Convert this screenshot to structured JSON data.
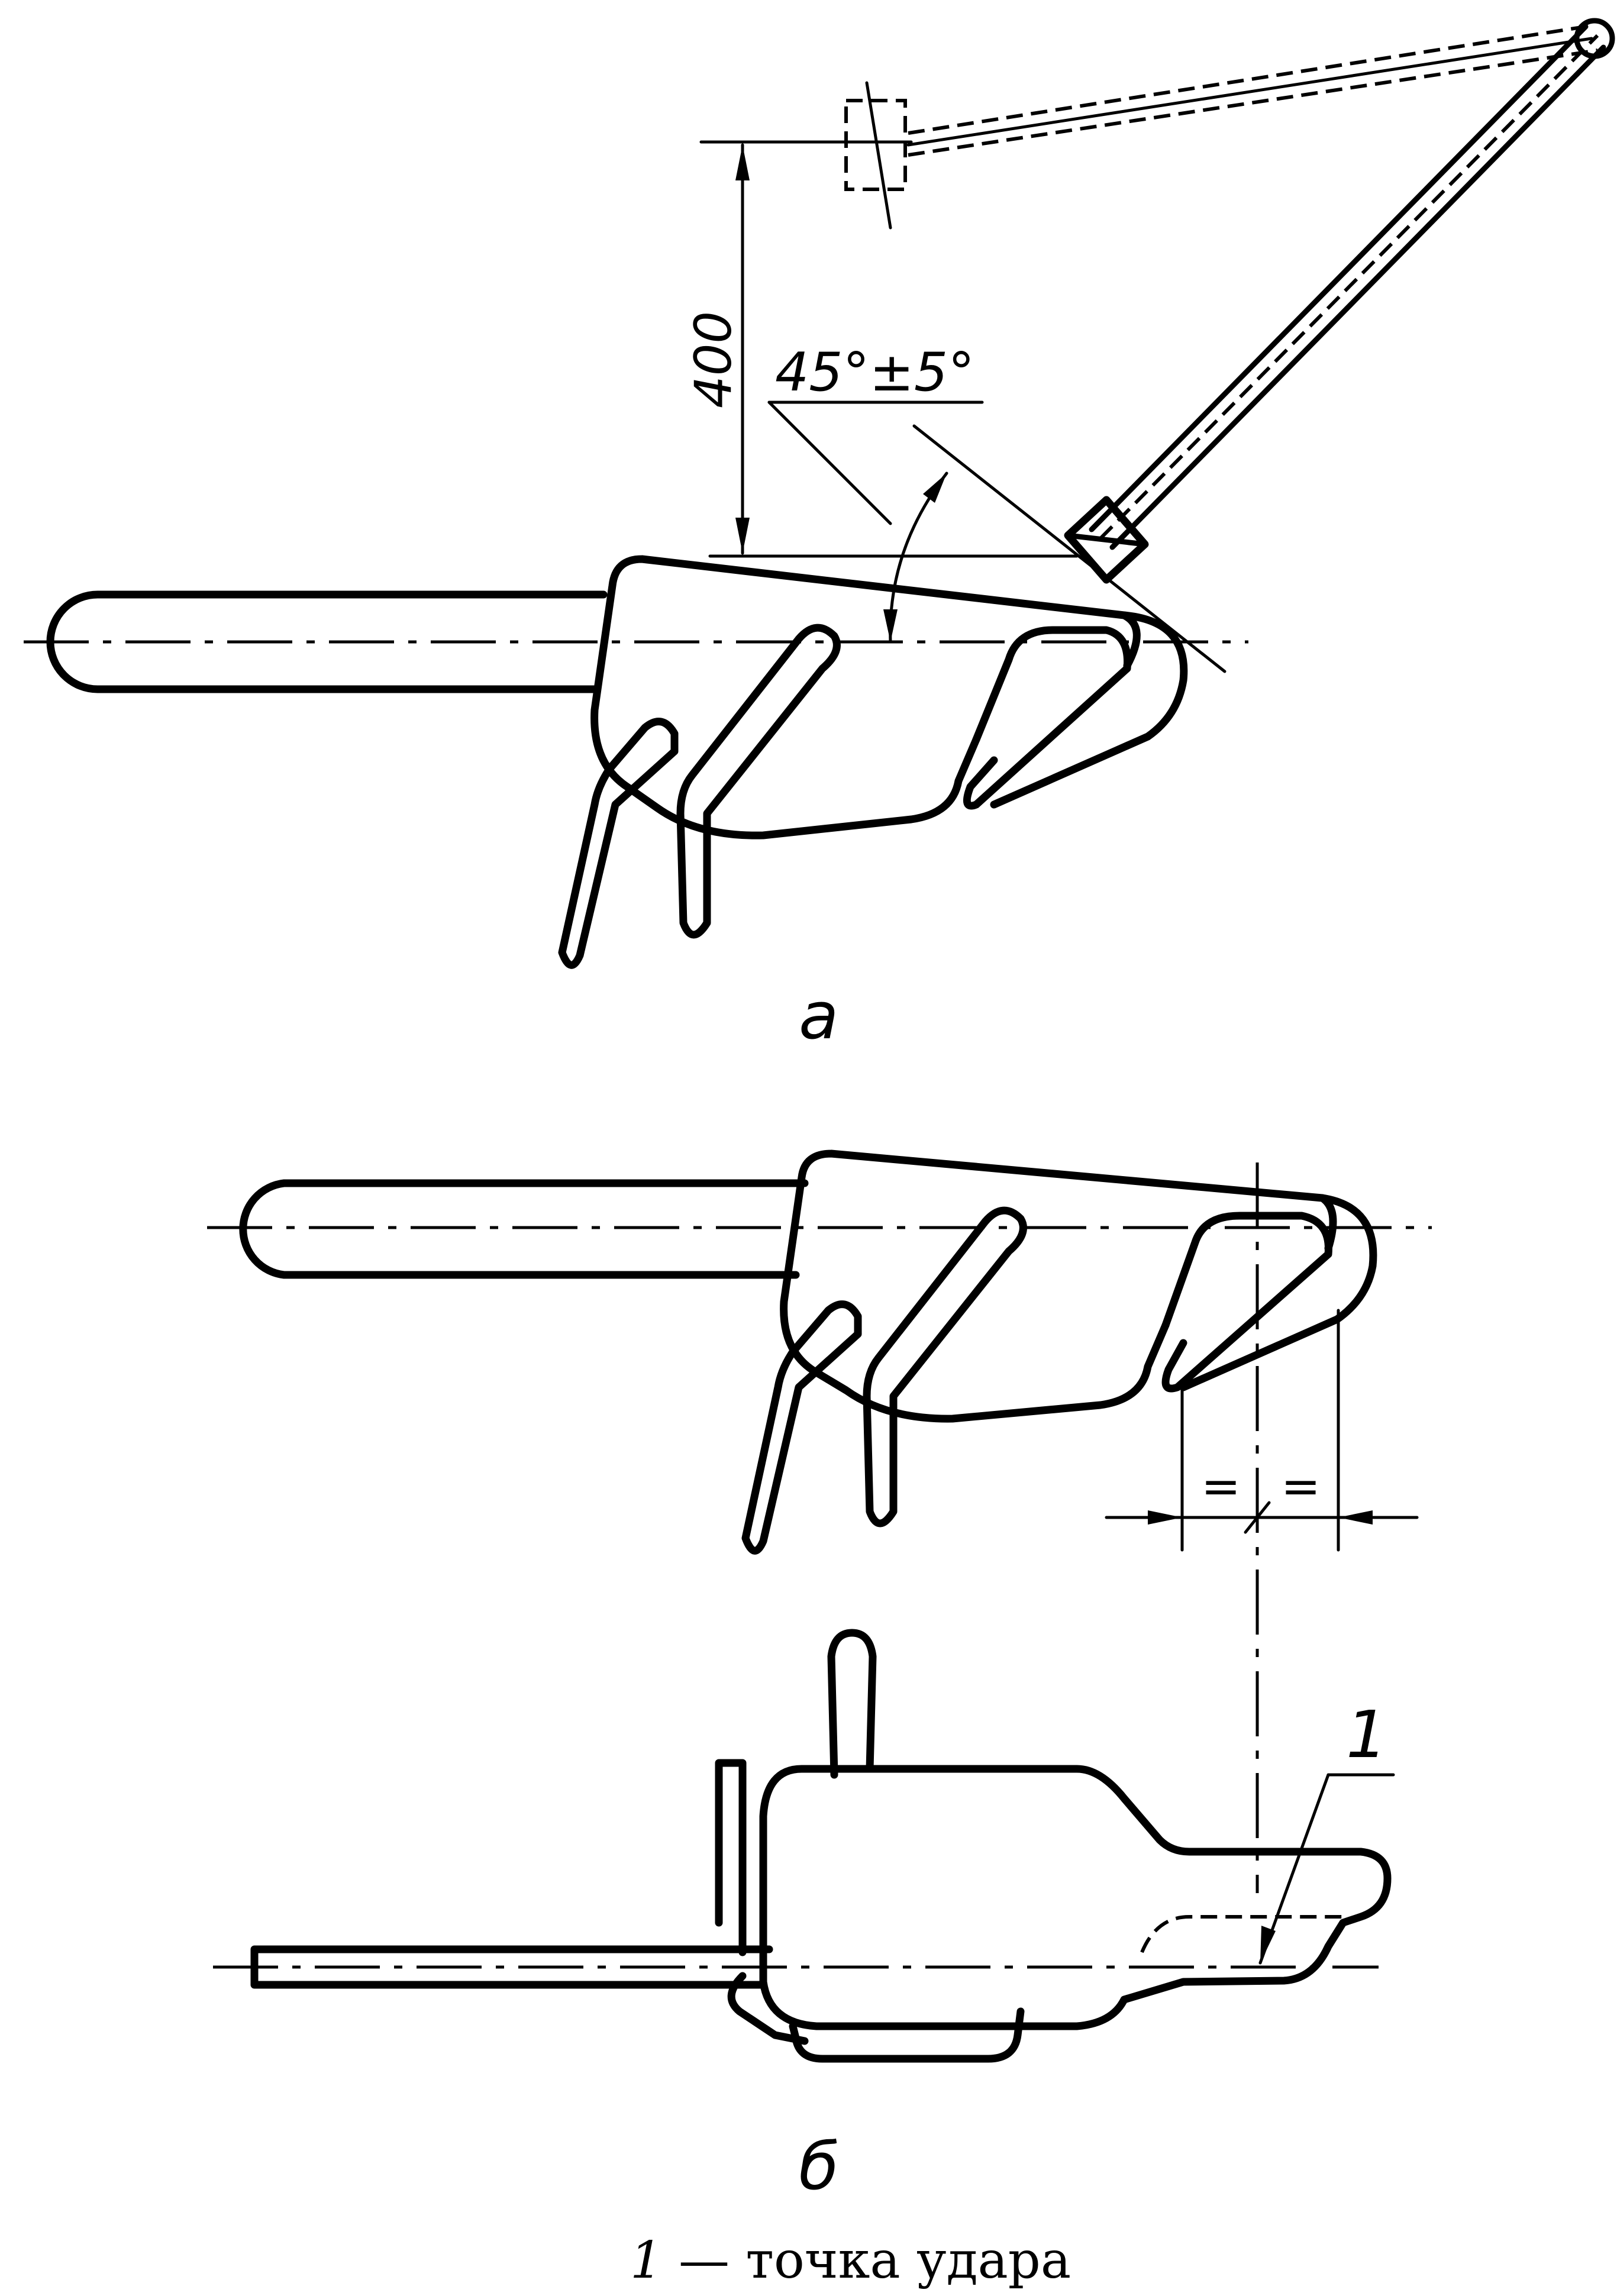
{
  "view_a": {
    "label": "а",
    "dimension_height": "400",
    "dimension_angle": "45°±5°"
  },
  "view_b": {
    "label": "б",
    "equal_mark_left": "=",
    "equal_mark_right": "=",
    "callout_number": "1"
  },
  "caption": {
    "number": "1",
    "text": " — точка удара"
  }
}
